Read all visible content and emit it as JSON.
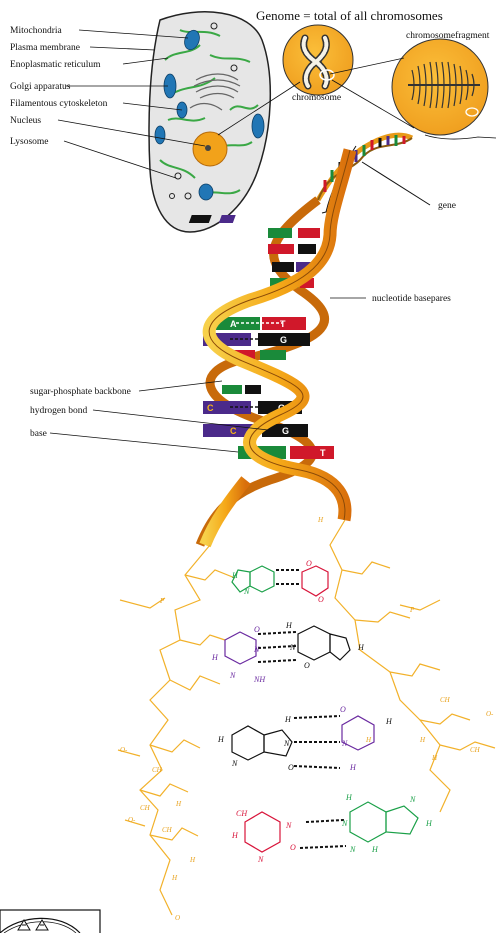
{
  "title": "Genome = total of all chromosomes",
  "left_labels": [
    "Mitochondria",
    "Plasma membrane",
    "Enoplasmatic reticulum",
    "Golgi apparatus",
    "Filamentous cytoskeleton",
    "Nucleus",
    "Lysosome"
  ],
  "chromosome_label": "chromosome",
  "fragment_label": "chromosomefragment",
  "gene_label": "gene",
  "nucleotide_label": "nucleotide basepares",
  "backbone_label": "sugar-phosphate backbone",
  "hbond_label": "hydrogen bond",
  "base_label": "base",
  "bases": {
    "C": "C",
    "G": "G",
    "T": "T",
    "A": "A"
  },
  "chem_labels": {
    "H": "H",
    "N": "N",
    "O": "O",
    "NH2": "NH",
    "CH3": "CH",
    "ch2": "CH",
    "o_minus": "O-",
    "p": "P"
  },
  "colors": {
    "cell_fill": "#e8e8e8",
    "organelle_blue": "#2176b5",
    "er_green": "#3aa845",
    "nucleus_orange": "#f2a21a",
    "helix_gold": "#f5b418",
    "helix_dark": "#e07a10",
    "base_red": "#d0182a",
    "base_green": "#1a8a3a",
    "base_purple": "#4b2a8a",
    "base_black": "#111111",
    "backbone_gold": "#f2b12a",
    "chem_green": "#1aa048",
    "chem_purple": "#6a2aa0",
    "chem_red": "#d8143a"
  }
}
